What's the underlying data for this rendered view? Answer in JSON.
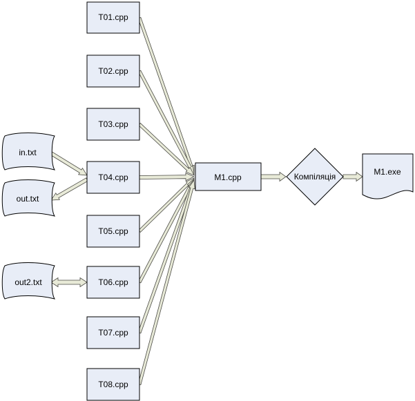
{
  "files": [
    {
      "id": "t01",
      "label": "T01.cpp"
    },
    {
      "id": "t02",
      "label": "T02.cpp"
    },
    {
      "id": "t03",
      "label": "T03.cpp"
    },
    {
      "id": "t04",
      "label": "T04.cpp"
    },
    {
      "id": "t05",
      "label": "T05.cpp"
    },
    {
      "id": "t06",
      "label": "T06.cpp"
    },
    {
      "id": "t07",
      "label": "T07.cpp"
    },
    {
      "id": "t08",
      "label": "T08.cpp"
    }
  ],
  "data_files": {
    "in": "in.txt",
    "out": "out.txt",
    "out2": "out2.txt"
  },
  "main": {
    "label": "M1.cpp"
  },
  "compile": {
    "label": "Компіляція"
  },
  "exe": {
    "label": "M1.exe"
  },
  "colors": {
    "box_fill": "#e8edf7",
    "box_stroke": "#000000",
    "arrow_fill": "#e8ead8",
    "arrow_stroke": "#4a4a44"
  }
}
